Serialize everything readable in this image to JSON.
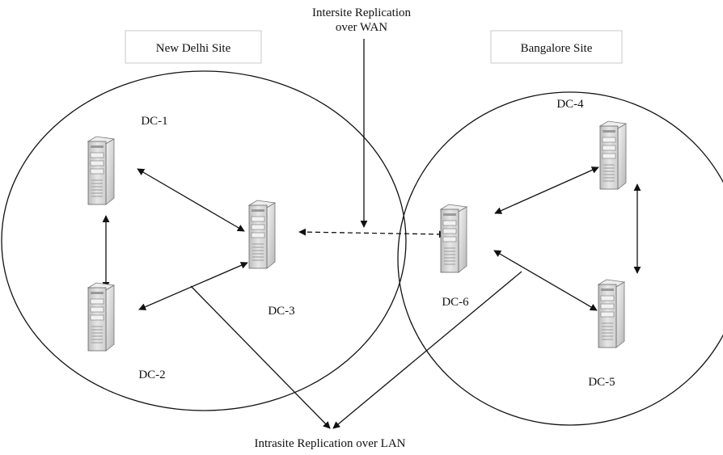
{
  "title": {
    "line1": "Intersite Replication",
    "line2": "over WAN"
  },
  "footer": "Intrasite Replication over LAN",
  "sites": {
    "left": "New Delhi  Site",
    "right": "Bangalore  Site"
  },
  "servers": {
    "dc1": "DC-1",
    "dc2": "DC-2",
    "dc3": "DC-3",
    "dc4": "DC-4",
    "dc5": "DC-5",
    "dc6": "DC-6"
  },
  "icons": {
    "server": "server-tower-icon"
  },
  "colors": {
    "line": "#111111",
    "server_body": "#dcdcdc",
    "server_shadow": "#9a9a9a",
    "site_box_border": "#c9c9c9"
  }
}
